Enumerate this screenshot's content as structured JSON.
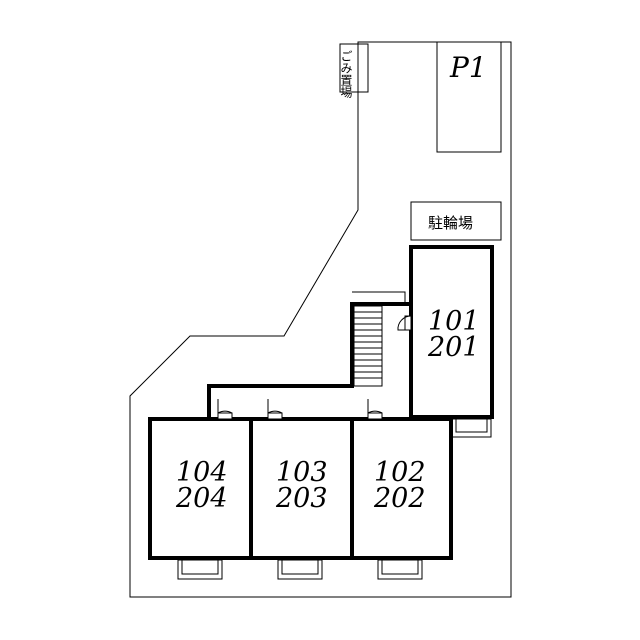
{
  "site": {
    "parking": {
      "label": "P1"
    },
    "bicycle_parking": {
      "label": "駐輪場"
    },
    "garbage_area": {
      "label": "ごみ置場"
    }
  },
  "units": [
    {
      "id": "unit-101-201",
      "first_floor": "101",
      "second_floor": "201"
    },
    {
      "id": "unit-102-202",
      "first_floor": "102",
      "second_floor": "202"
    },
    {
      "id": "unit-103-203",
      "first_floor": "103",
      "second_floor": "203"
    },
    {
      "id": "unit-104-204",
      "first_floor": "104",
      "second_floor": "204"
    }
  ]
}
